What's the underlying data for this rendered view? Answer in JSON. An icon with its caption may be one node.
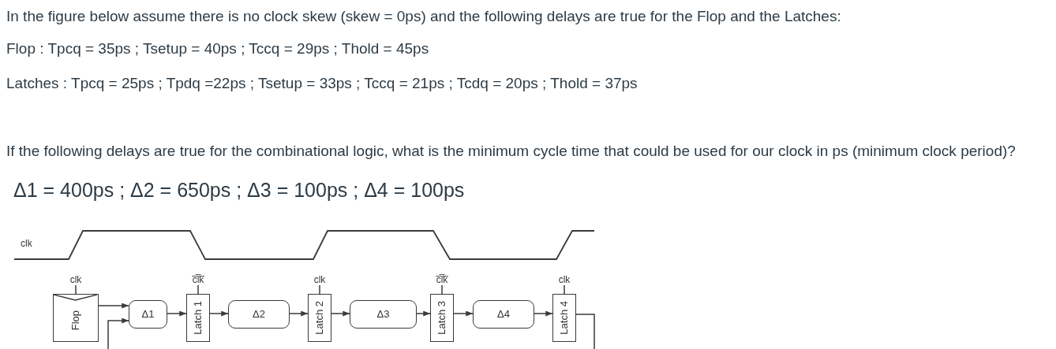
{
  "diagram": {
    "nodes": [
      {
        "text": [
          "clk"
        ]
      },
      {
        "text": [
          "c̅l̅k̅"
        ]
      },
      {
        "text": [
          "clk"
        ]
      },
      {
        "text": [
          "c̅l̅k̅"
        ]
      },
      {
        "text": [
          "clk"
        ]
      },
      {
        "text": [
          "Flop"
        ]
      },
      {
        "text": [
          "Δ1"
        ]
      },
      {
        "text": [
          "Latch 1"
        ]
      },
      {
        "text": [
          "Δ2"
        ]
      },
      {
        "text": [
          "Latch 2"
        ]
      },
      {
        "text": [
          "Δ3"
        ]
      },
      {
        "text": [
          "Latch 3"
        ]
      },
      {
        "text": [
          "Δ4"
        ]
      },
      {
        "text": [
          "Latch 4"
        ]
      }
    ],
    "edges": [
      {
        "from": 0,
        "to": 5,
        "arrow": "none"
      },
      {
        "from": 1,
        "to": 7,
        "arrow": "none"
      },
      {
        "from": 2,
        "to": 9,
        "arrow": "none"
      },
      {
        "from": 3,
        "to": 11,
        "arrow": "none"
      },
      {
        "from": 4,
        "to": 13,
        "arrow": "none"
      },
      {
        "from": 5,
        "to": 6,
        "arrow": "to"
      },
      {
        "from": null,
        "to": 6,
        "arrow": "to"
      },
      {
        "from": 6,
        "to": 7,
        "arrow": "to"
      },
      {
        "from": 7,
        "to": 8,
        "arrow": "to"
      },
      {
        "from": 8,
        "to": 9,
        "arrow": "to"
      },
      {
        "from": 9,
        "to": 10,
        "arrow": "to"
      },
      {
        "from": 10,
        "to": 11,
        "arrow": "to"
      },
      {
        "from": 11,
        "to": 12,
        "arrow": "to"
      },
      {
        "from": 12,
        "to": 13,
        "arrow": "to"
      },
      {
        "from": 13,
        "to": null,
        "arrow": "none"
      }
    ],
    "labels": [
      "In the figure below assume there is no clock skew (skew = 0ps) and the following delays are true for the Flop and the Latches:",
      "Flop : Tpcq = 35ps ; Tsetup = 40ps ; Tccq = 29ps ; Thold = 45ps",
      "Latches : Tpcq = 25ps ; Tpdq =22ps ; Tsetup = 33ps ; Tccq = 21ps ; Tcdq = 20ps ; Thold = 37ps",
      "If the following delays are true for the combinational logic, what is the minimum cycle time that could be used for our clock in ps (minimum clock period)?",
      "Δ1 = 400ps ; Δ2 = 650ps ; Δ3 = 100ps ; Δ4 = 100ps",
      "clk"
    ]
  }
}
